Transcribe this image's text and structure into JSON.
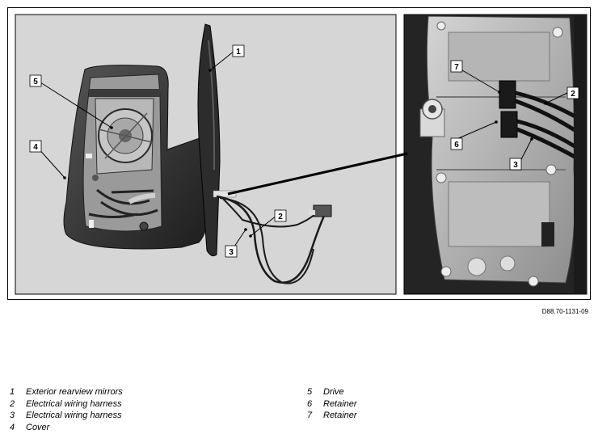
{
  "figure": {
    "reference_code": "D88.70-1131-09",
    "callouts": [
      "1",
      "2",
      "3",
      "4",
      "5",
      "6",
      "7"
    ]
  },
  "legend": {
    "left": [
      {
        "num": "1",
        "label": "Exterior rearview mirrors"
      },
      {
        "num": "2",
        "label": "Electrical wiring harness"
      },
      {
        "num": "3",
        "label": "Electrical wiring harness"
      },
      {
        "num": "4",
        "label": "Cover"
      }
    ],
    "right": [
      {
        "num": "5",
        "label": "Drive"
      },
      {
        "num": "6",
        "label": "Retainer"
      },
      {
        "num": "7",
        "label": "Retainer"
      }
    ]
  }
}
